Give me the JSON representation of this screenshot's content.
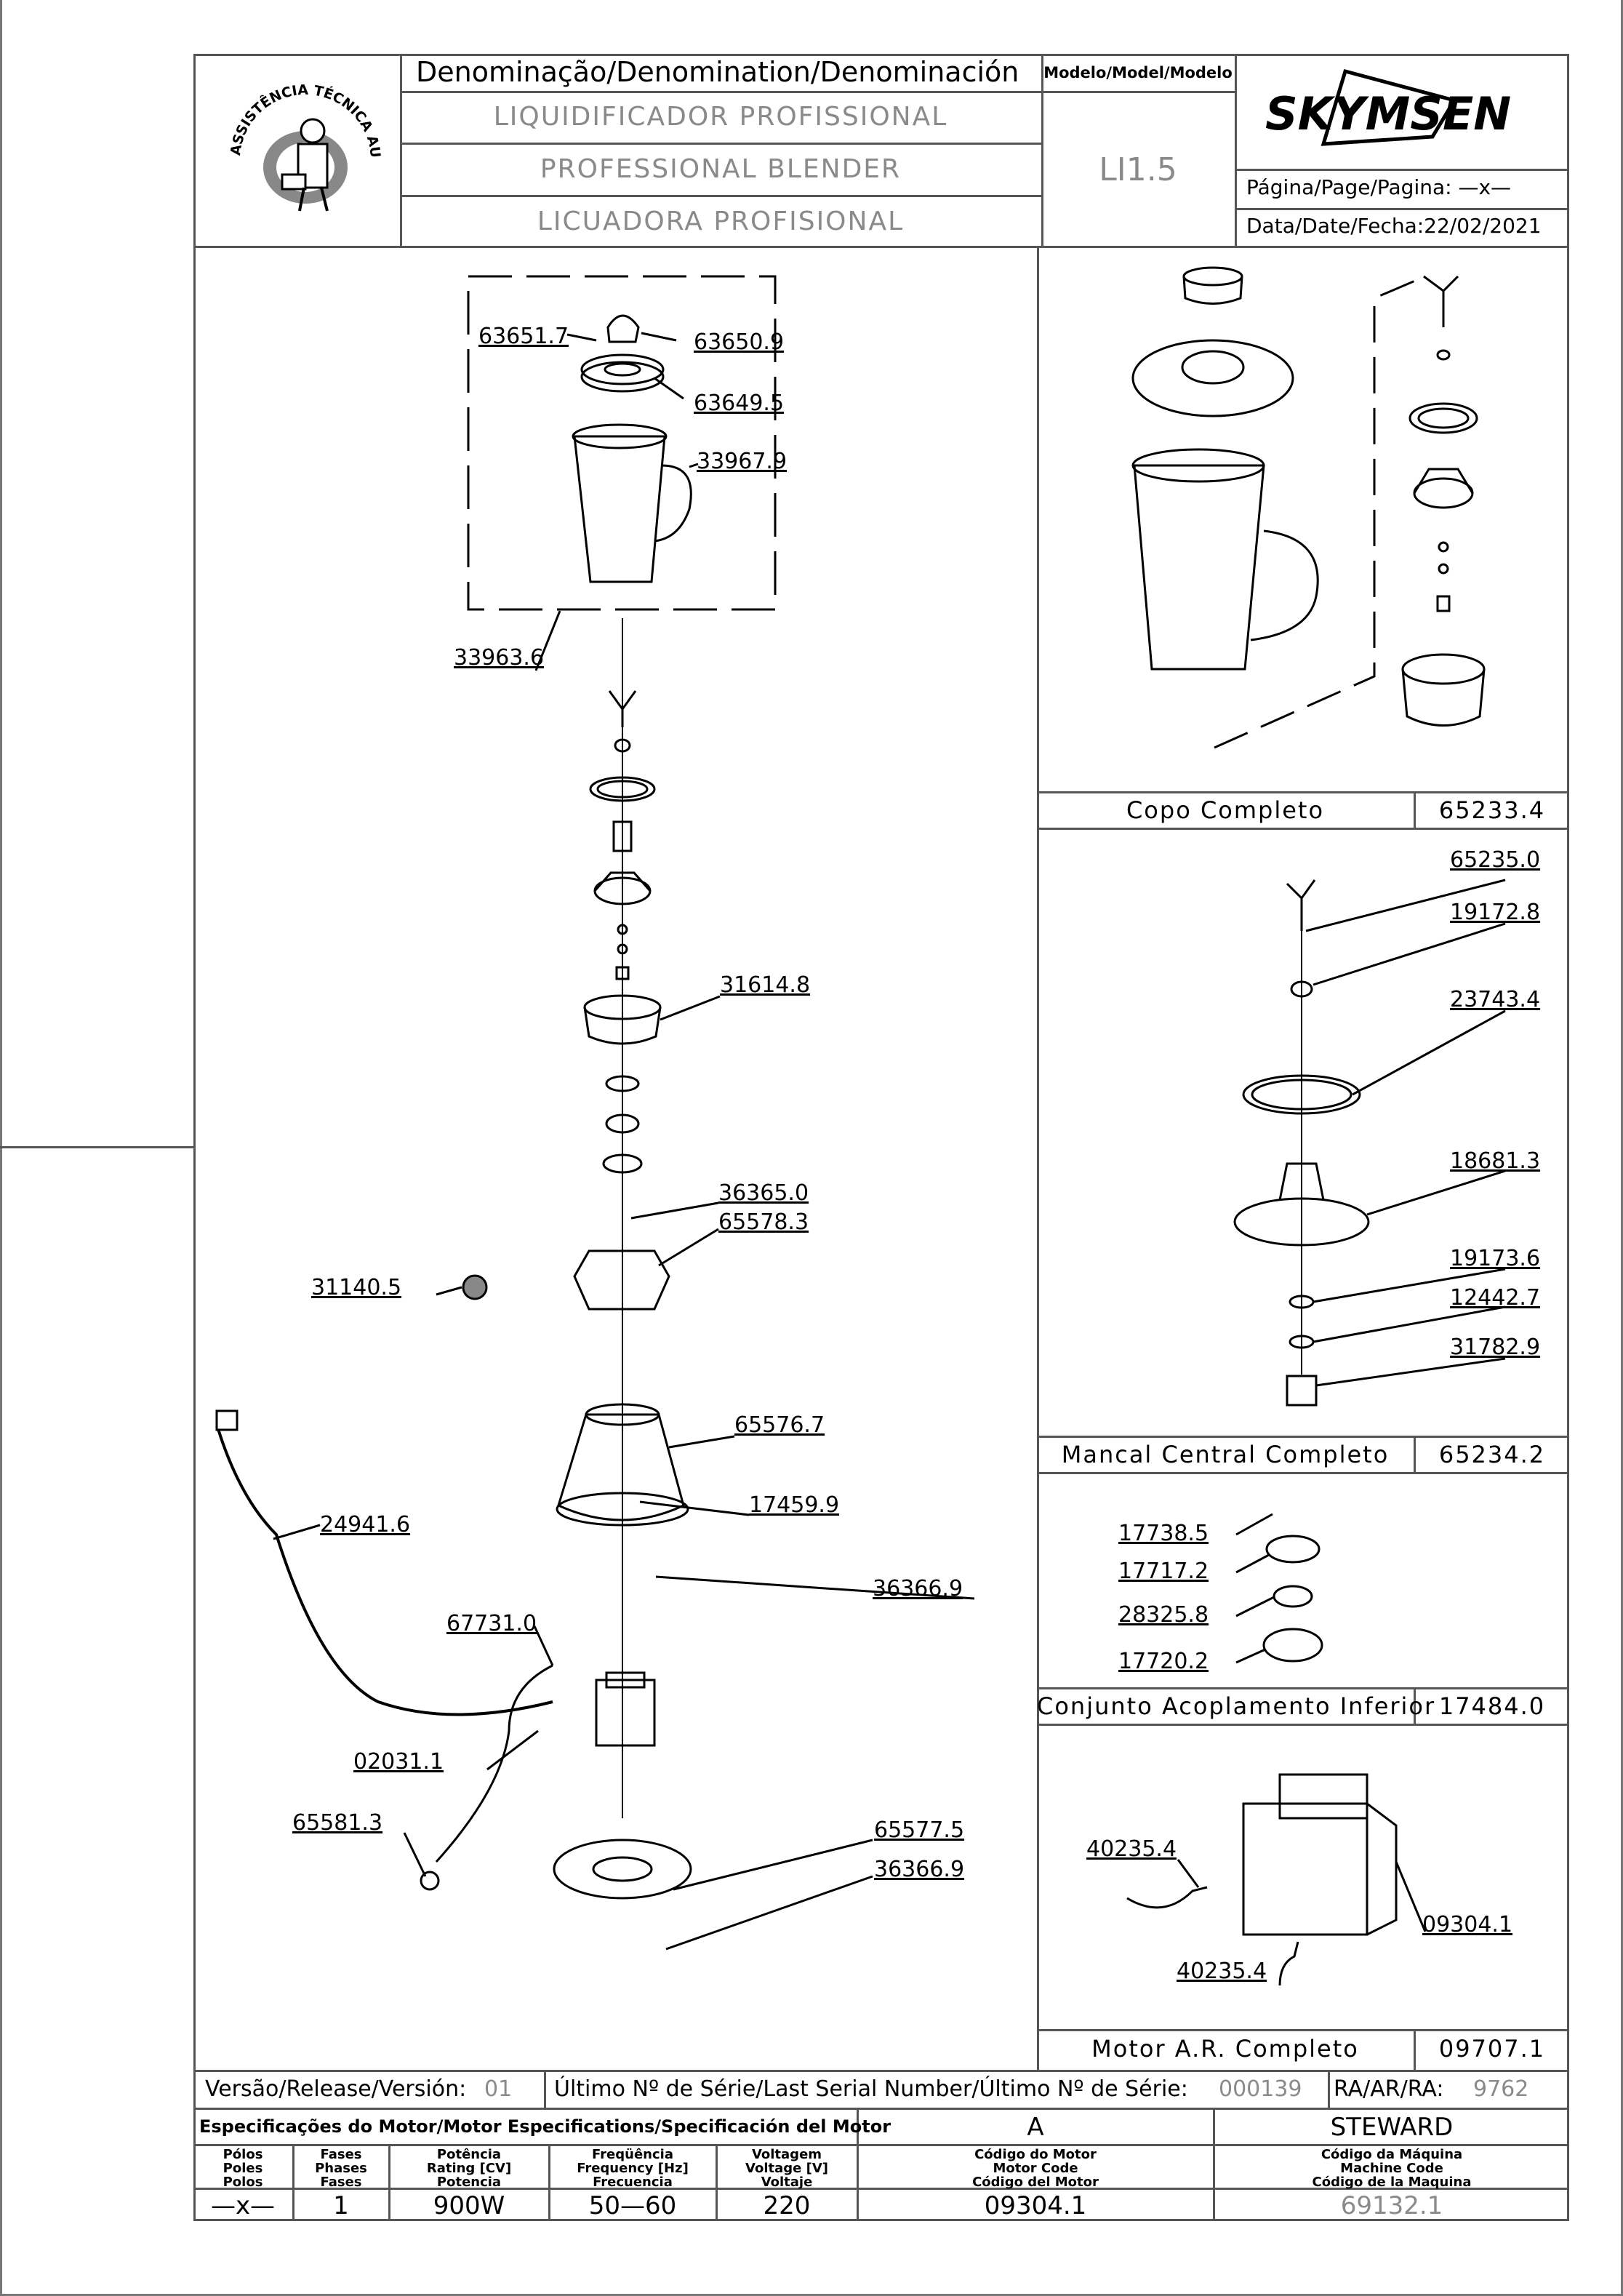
{
  "header": {
    "denomination_title": "Denominação/Denomination/Denominación",
    "names": [
      "LIQUIDIFICADOR PROFISSIONAL",
      "PROFESSIONAL BLENDER",
      "LICUADORA PROFISIONAL"
    ],
    "model_title": "Modelo/Model/Modelo",
    "model": "LI1.5",
    "brand": "SKYMSEN",
    "page_label": "Página/Page/Pagina: —x—",
    "date_label": "Data/Date/Fecha:22/02/2021",
    "badge_text": "ASSISTÊNCIA TÉCNICA AUTORIZADA"
  },
  "main_parts": [
    {
      "code": "63651.7"
    },
    {
      "code": "63650.9"
    },
    {
      "code": "63649.5"
    },
    {
      "code": "33967.9"
    },
    {
      "code": "33963.6"
    },
    {
      "code": "31614.8"
    },
    {
      "code": "36365.0"
    },
    {
      "code": "65578.3"
    },
    {
      "code": "31140.5"
    },
    {
      "code": "65576.7"
    },
    {
      "code": "17459.9"
    },
    {
      "code": "24941.6"
    },
    {
      "code": "36366.9"
    },
    {
      "code": "67731.0"
    },
    {
      "code": "02031.1"
    },
    {
      "code": "65581.3"
    },
    {
      "code": "65577.5"
    },
    {
      "code": "36366.9"
    }
  ],
  "assemblies": [
    {
      "name": "Copo Completo",
      "code": "65233.4"
    },
    {
      "name": "Mancal Central Completo",
      "code": "65234.2",
      "parts": [
        "65235.0",
        "19172.8",
        "23743.4",
        "18681.3",
        "19173.6",
        "12442.7",
        "31782.9"
      ]
    },
    {
      "name": "Conjunto Acoplamento Inferior",
      "code": "17484.0",
      "parts": [
        "17738.5",
        "17717.2",
        "28325.8",
        "17720.2"
      ]
    },
    {
      "name": "Motor A.R. Completo",
      "code": "09707.1",
      "parts": [
        "40235.4",
        "09304.1",
        "40235.4"
      ]
    }
  ],
  "footer": {
    "version_label": "Versão/Release/Versión:",
    "version": "01",
    "serial_label": "Último Nº de Série/Last Serial Number/Último Nº de Série:",
    "serial": "000139",
    "ra_label": "RA/AR/RA:",
    "ra": "9762",
    "spec_title": "Especificações do Motor/Motor Especifications/Specificación del Motor",
    "spec_a": "A",
    "spec_steward": "STEWARD",
    "cols": [
      {
        "header": "Pólos\nPoles\nPolos",
        "value": "—x—"
      },
      {
        "header": "Fases\nPhases\nFases",
        "value": "1"
      },
      {
        "header": "Potência\nRating [CV]\nPotencia",
        "value": "900W"
      },
      {
        "header": "Freqüência\nFrequency [Hz]\nFrecuencia",
        "value": "50—60"
      },
      {
        "header": "Voltagem\nVoltage [V]\nVoltaje",
        "value": "220"
      },
      {
        "header": "Código do Motor\nMotor Code\nCódigo del Motor",
        "value": "09304.1"
      },
      {
        "header": "Código da Máquina\nMachine Code\nCódigo de la Maquina",
        "value": "69132.1"
      }
    ]
  }
}
